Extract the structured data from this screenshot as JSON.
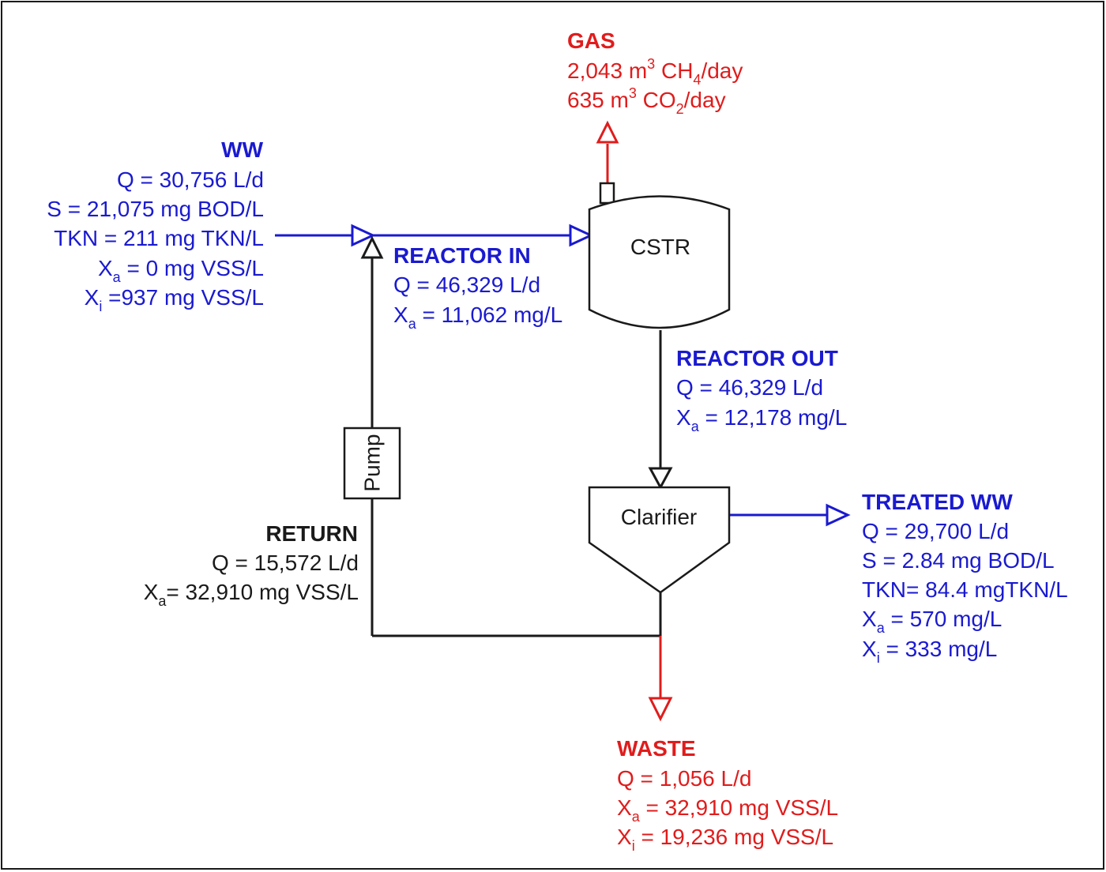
{
  "colors": {
    "stream_blue": "#1a1ad0",
    "stream_red": "#e01c1c",
    "line_black": "#1a1a1a"
  },
  "units": {
    "CSTR": "CSTR",
    "Clarifier": "Clarifier",
    "Pump": "Pump"
  },
  "gas": {
    "title": "GAS",
    "ch4": {
      "value": "2,043 m",
      "sup": "3",
      "unit_a": " CH",
      "sub": "4",
      "unit_b": "/day"
    },
    "co2": {
      "value": "635 m",
      "sup": "3",
      "unit_a": " CO",
      "sub": "2",
      "unit_b": "/day"
    }
  },
  "ww": {
    "title": "WW",
    "q": "Q = 30,756 L/d",
    "s": "S = 21,075 mg BOD/L",
    "tkn": "TKN = 211 mg TKN/L",
    "xa": {
      "x": "X",
      "sub": "a",
      "rest": " = 0 mg VSS/L"
    },
    "xi": {
      "x": "X",
      "sub": "i",
      "rest": " =937 mg VSS/L"
    }
  },
  "reactor_in": {
    "title": "REACTOR IN",
    "q": "Q = 46,329 L/d",
    "xa": {
      "x": "X",
      "sub": "a",
      "rest": " = 11,062 mg/L"
    }
  },
  "reactor_out": {
    "title": "REACTOR OUT",
    "q": "Q = 46,329 L/d",
    "xa": {
      "x": "X",
      "sub": "a",
      "rest": " = 12,178 mg/L"
    }
  },
  "return": {
    "title": "RETURN",
    "q": "Q = 15,572 L/d",
    "xa": {
      "x": "X",
      "sub": "a",
      "rest": "= 32,910 mg VSS/L"
    }
  },
  "treated_ww": {
    "title": "TREATED WW",
    "q": "Q = 29,700 L/d",
    "s": "S = 2.84 mg BOD/L",
    "tkn": "TKN= 84.4 mgTKN/L",
    "xa": {
      "x": "X",
      "sub": "a",
      "rest": " = 570 mg/L"
    },
    "xi": {
      "x": "X",
      "sub": "i",
      "rest": " = 333 mg/L"
    }
  },
  "waste": {
    "title": "WASTE",
    "q": "Q = 1,056 L/d",
    "xa": {
      "x": "X",
      "sub": "a",
      "rest": " = 32,910 mg VSS/L"
    },
    "xi": {
      "x": "X",
      "sub": "i",
      "rest": " = 19,236 mg VSS/L"
    }
  }
}
